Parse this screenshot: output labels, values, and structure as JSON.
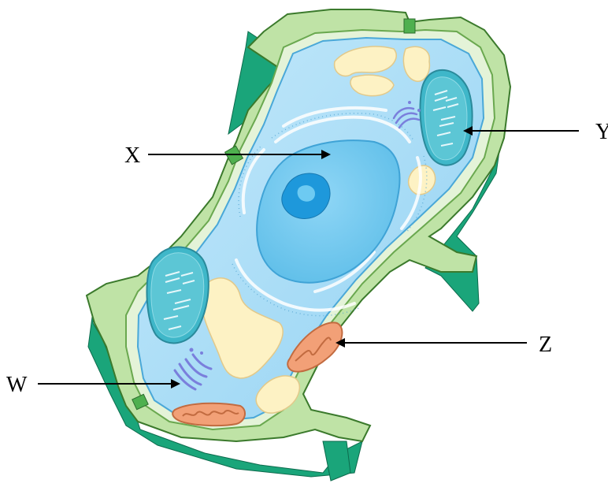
{
  "labels": {
    "x": "X",
    "y": "Y",
    "z": "Z",
    "w": "W"
  },
  "colors": {
    "wall_light": "#bfe3a6",
    "wall_edge": "#6aa84f",
    "wall_side": "#1aa57a",
    "cytoplasm": "#a9dcf5",
    "nucleus": "#6dcaf2",
    "nucleolus": "#1e98db",
    "vacuole": "#fdf2c4",
    "chloroplast": "#3fb7c9",
    "mitochondrion": "#f2a077",
    "golgi": "#7a7fdc",
    "label_line": "#000000"
  }
}
